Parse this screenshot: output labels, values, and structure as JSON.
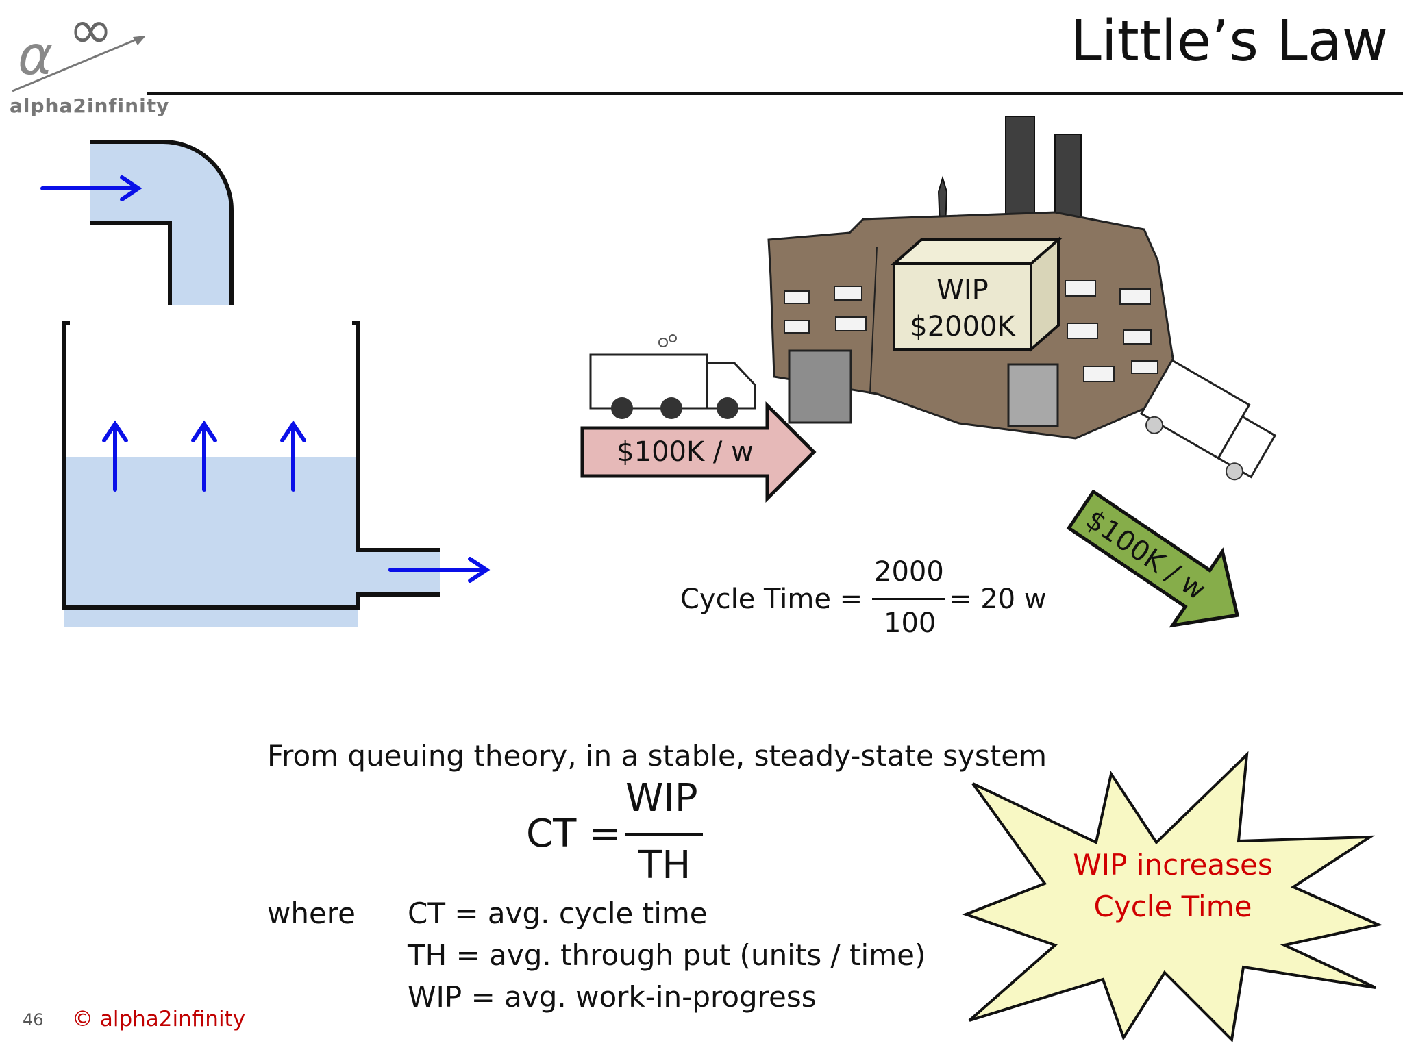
{
  "slide": {
    "title": "Little’s Law",
    "page_number": "46",
    "copyright": "© alpha2infinity"
  },
  "logo": {
    "text": "alpha2infinity",
    "alpha_glyph": "α",
    "infinity_glyph": "∞"
  },
  "factory": {
    "inflow_label": "$100K / w",
    "wip_label_line1": "WIP",
    "wip_label_line2": "$2000K",
    "outflow_label": "$100K / w"
  },
  "cycle_time_example": {
    "lhs": "Cycle Time =",
    "numerator": "2000",
    "denominator": "100",
    "result": "= 20 w"
  },
  "theory": {
    "intro": "From queuing theory, in a stable, steady-state system",
    "formula_lhs": "CT =",
    "formula_numerator": "WIP",
    "formula_denominator": "TH",
    "where_label": "where",
    "definitions": [
      "CT = avg. cycle time",
      "TH = avg. through put (units / time)",
      "WIP = avg. work-in-progress"
    ]
  },
  "callout": {
    "line1": "WIP increases",
    "line2": "Cycle Time"
  },
  "colors": {
    "water": "#c6d9f0",
    "flow_arrow": "#0a10e8",
    "inflow_arrow_fill": "#e6b9b8",
    "outflow_arrow_fill": "#86ad4a",
    "building": "#8a7560",
    "callout_fill": "#f8f8c4",
    "callout_text": "#d00000"
  }
}
